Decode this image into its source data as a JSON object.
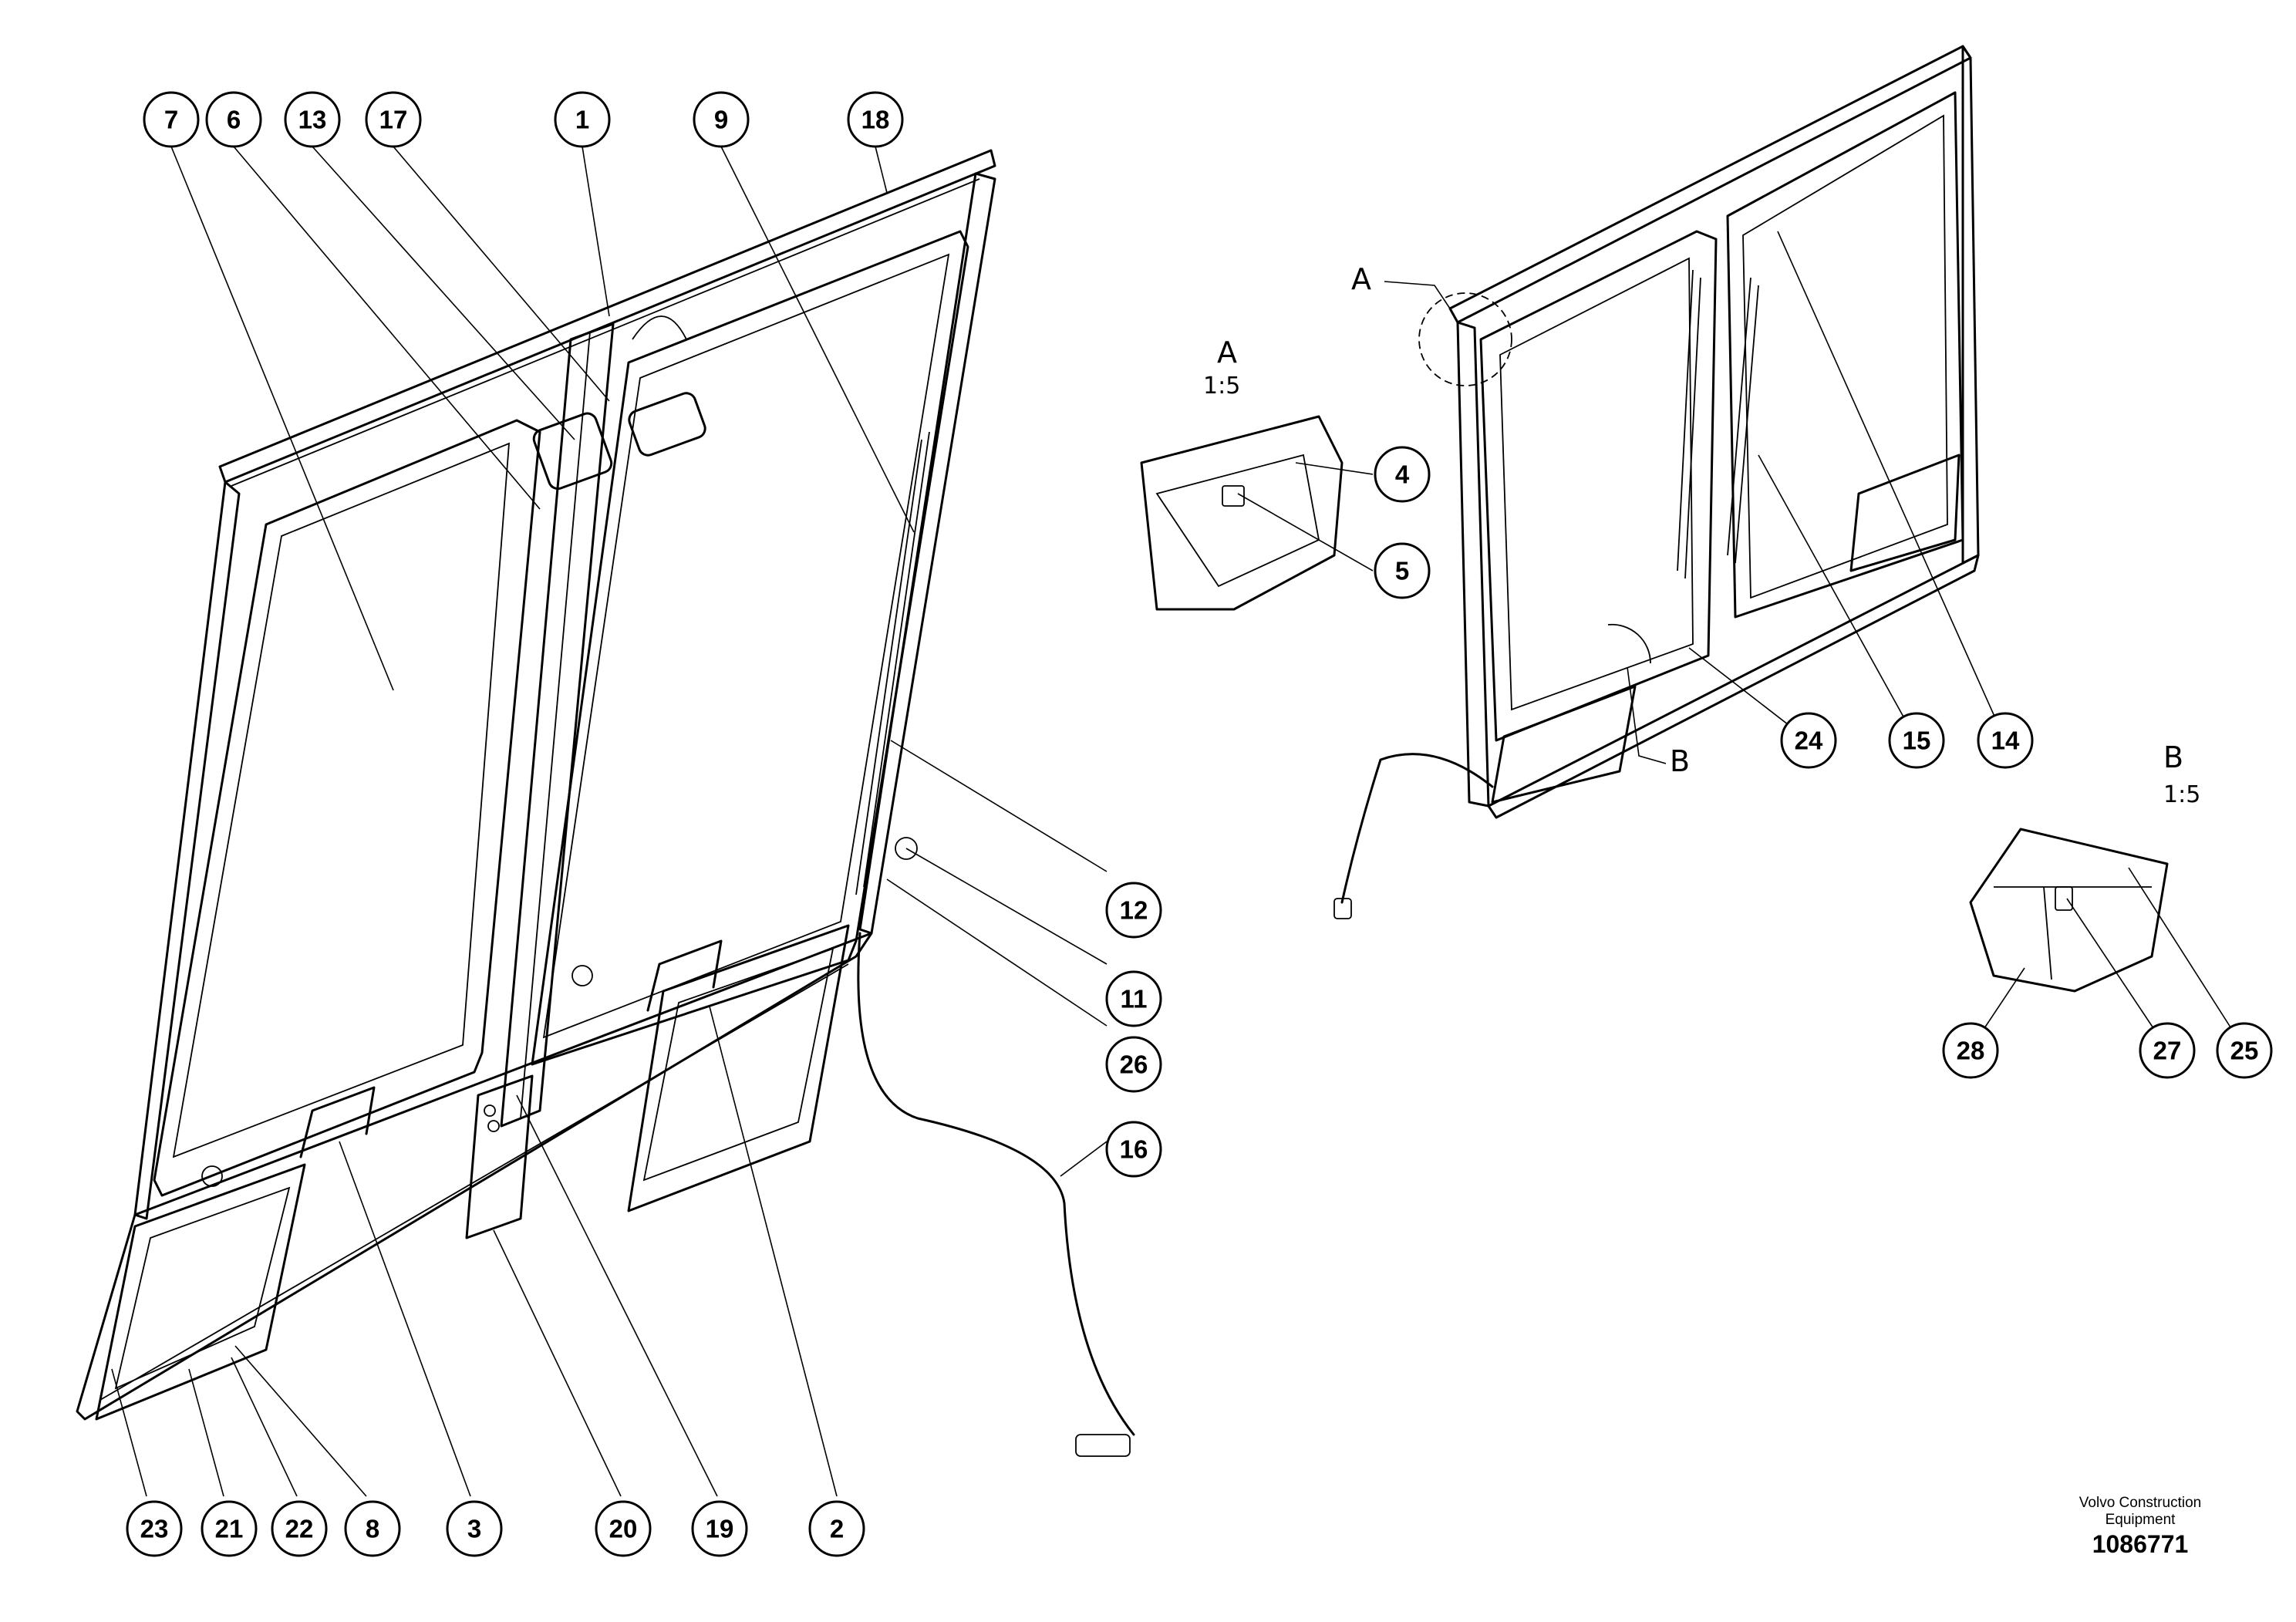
{
  "callouts": [
    {
      "label": "7"
    },
    {
      "label": "6"
    },
    {
      "label": "13"
    },
    {
      "label": "17"
    },
    {
      "label": "1"
    },
    {
      "label": "9"
    },
    {
      "label": "18"
    },
    {
      "label": "12"
    },
    {
      "label": "11"
    },
    {
      "label": "26"
    },
    {
      "label": "16"
    },
    {
      "label": "23"
    },
    {
      "label": "21"
    },
    {
      "label": "22"
    },
    {
      "label": "8"
    },
    {
      "label": "3"
    },
    {
      "label": "20"
    },
    {
      "label": "19"
    },
    {
      "label": "2"
    },
    {
      "label": "4"
    },
    {
      "label": "5"
    },
    {
      "label": "24"
    },
    {
      "label": "15"
    },
    {
      "label": "14"
    },
    {
      "label": "28"
    },
    {
      "label": "27"
    },
    {
      "label": "25"
    }
  ],
  "detail_views": {
    "a": {
      "letter": "A",
      "scale": "1:5"
    },
    "b": {
      "letter": "B",
      "scale": "1:5"
    }
  },
  "view_markers": {
    "a": "A",
    "b": "B"
  },
  "footer": {
    "brand_line1": "Volvo Construction",
    "brand_line2": "Equipment",
    "doc_number": "1086771"
  }
}
